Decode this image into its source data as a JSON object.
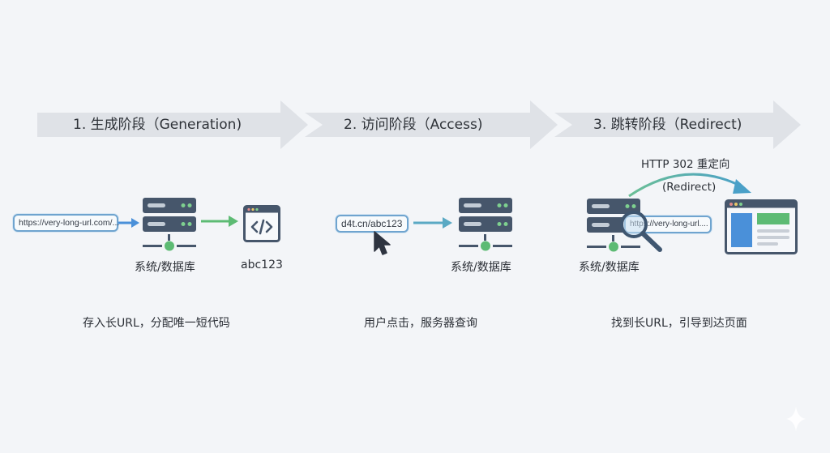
{
  "stages": [
    {
      "title": "1. 生成阶段（Generation)",
      "input_url": "https://very-long-url.com/...",
      "server_label": "系统/数据库",
      "output_label": "abc123",
      "caption": "存入长URL，分配唯一短代码"
    },
    {
      "title": "2. 访问阶段（Access)",
      "input_url": "d4t.cn/abc123",
      "server_label": "系统/数据库",
      "caption": "用户点击，服务器查询"
    },
    {
      "title": "3. 跳转阶段（Redirect)",
      "redirect_label": "HTTP 302 重定向",
      "redirect_sublabel": "(Redirect)",
      "lookup_url": "https://very-long-url....",
      "server_label": "系统/数据库",
      "caption": "找到长URL，引导到达页面"
    }
  ],
  "icons": {
    "server": "server-icon",
    "code_window": "code-window-icon",
    "cursor": "mouse-cursor-icon",
    "magnifier": "magnifier-icon",
    "webpage": "webpage-icon",
    "sparkle": "sparkle-icon"
  },
  "colors": {
    "banner": "#dfe2e7",
    "server": "#46566b",
    "accent_green": "#5dbb74",
    "accent_blue": "#4a90d9",
    "url_border": "#6fa4cf",
    "arrow_teal": "#5aa9c4"
  }
}
